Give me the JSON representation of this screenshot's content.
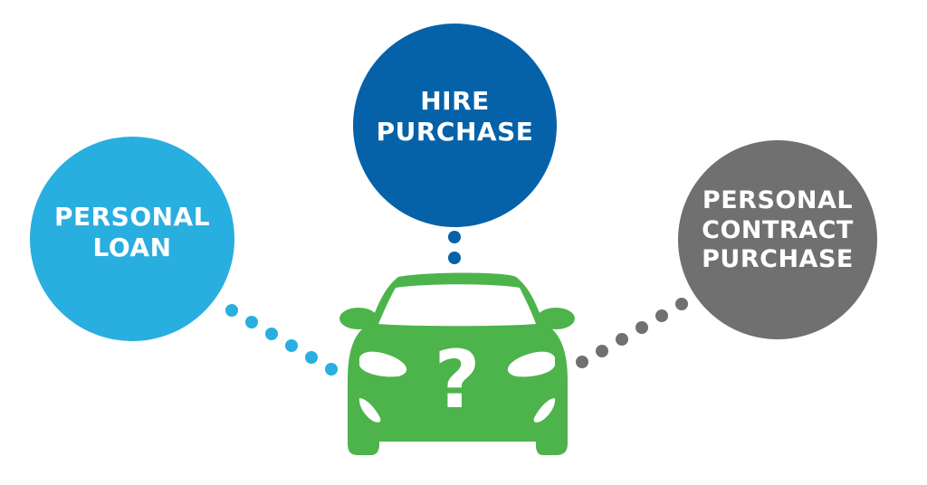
{
  "diagram": {
    "center": {
      "label": "?",
      "icon": "car-front-icon",
      "color": "#4DB34B"
    },
    "options": [
      {
        "id": "personal-loan",
        "label": "PERSONAL\nLOAN",
        "color": "#29AEE0"
      },
      {
        "id": "hire-purchase",
        "label": "HIRE\nPURCHASE",
        "color": "#0562A9"
      },
      {
        "id": "pcp",
        "label": "PERSONAL\nCONTRACT\nPURCHASE",
        "color": "#6F706F"
      }
    ],
    "connectors": [
      {
        "from": "personal-loan",
        "to": "car",
        "style": "dotted",
        "dots": 6,
        "color": "#29AEE0"
      },
      {
        "from": "hire-purchase",
        "to": "car",
        "style": "dotted",
        "dots": 2,
        "color": "#0562A9"
      },
      {
        "from": "pcp",
        "to": "car",
        "style": "dotted",
        "dots": 6,
        "color": "#6F706F"
      }
    ]
  }
}
